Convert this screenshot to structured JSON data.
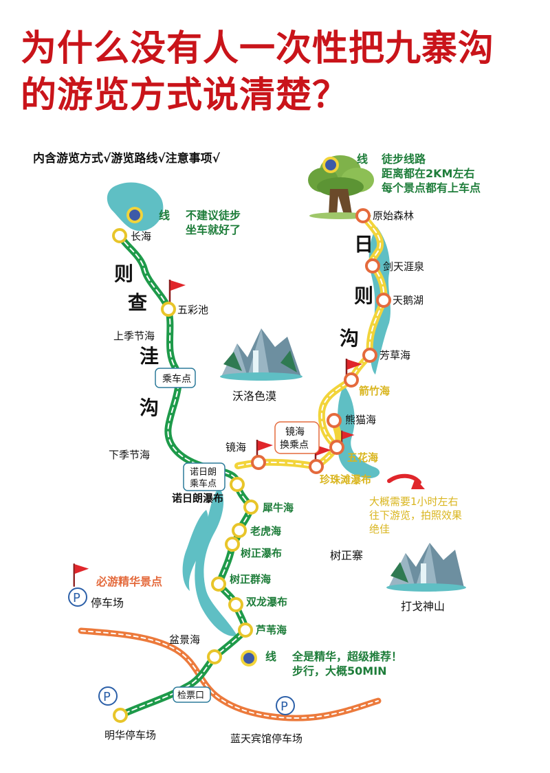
{
  "title": {
    "line1": "为什么没有人一次性把九寨沟",
    "line2": "的游览方式说清楚？"
  },
  "subtitle": "内含游览方式√游览路线√注意事项√",
  "routes": {
    "zechawa": {
      "name_chars": [
        "则",
        "查",
        "洼",
        "沟"
      ],
      "note_line": "线",
      "note1": "不建议徒步",
      "note2": "坐车就好了",
      "color": "#1e9a4a"
    },
    "rize": {
      "name_chars": [
        "日",
        "则",
        "沟"
      ],
      "note_line": "线",
      "note1": "徒步线路",
      "note2": "距离都在2KM左右",
      "note3": "每个景点都有上车点",
      "color": "#f2d43a"
    },
    "shuzheng": {
      "note_line": "线",
      "note1": "全是精华，超级推荐！",
      "note2": "步行，大概50MIN"
    }
  },
  "stops": {
    "changhai": "长海",
    "wucaichi": "五彩池",
    "shangjijiehai": "上季节海",
    "xiajijiehai": "下季节海",
    "yuanshisenlin": "原始森林",
    "jiantianyaquan": "剑天涯泉",
    "tianehu": "天鹅湖",
    "fangcaohai": "芳草海",
    "jianzhuhai": "箭竹海",
    "xiongmaohai": "熊猫海",
    "wuhuahai": "五花海",
    "zhenzhutanpubu": "珍珠滩瀑布",
    "jinghai": "镜海",
    "nuorilang": "诺日朗瀑布",
    "xiniuhai": "犀牛海",
    "laohuhai": "老虎海",
    "shuzhengpubu": "树正瀑布",
    "shuzhengqunhai": "树正群海",
    "shuanglongpubu": "双龙瀑布",
    "luweihai": "芦苇海",
    "penjinghai": "盆景海",
    "jianpiaokou": "检票口",
    "minghua_parking": "明华停车场",
    "lantian_parking": "蓝天宾馆停车场"
  },
  "boxes": {
    "chechezhan": "乘车点",
    "jinghai_transfer1": "镜海",
    "jinghai_transfer2": "换乘点",
    "nuorilang_stop1": "诺日朗",
    "nuorilang_stop2": "乘车点"
  },
  "scenery": {
    "woluoseduo": "沃洛色漠",
    "shuzhengzhai": "树正寨",
    "dageshenshan": "打戈神山"
  },
  "annotation": {
    "line1": "大概需要1小时左右",
    "line2": "往下游览，拍照效果",
    "line3": "绝佳"
  },
  "legend": {
    "highlight": "必游精华景点",
    "parking": "停车场",
    "parking_letter": "P"
  },
  "colors": {
    "title_red": "#c9141a",
    "green_route": "#1e9a4a",
    "yellow_route": "#f2d43a",
    "orange_road": "#ec7a3c",
    "lake": "#5fbfc4",
    "flag_red": "#e0262b",
    "stop_orange": "#e46a3c",
    "label_yellow": "#d9b51e",
    "label_green": "#1e7d3a"
  }
}
